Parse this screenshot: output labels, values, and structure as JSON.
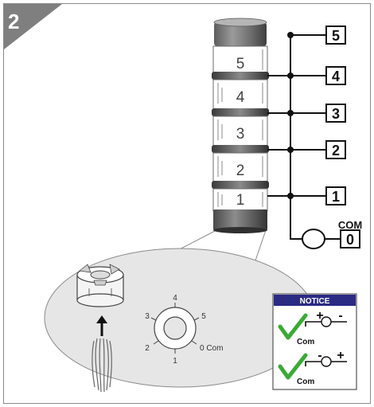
{
  "step": {
    "number": "2"
  },
  "tower": {
    "tiers": [
      {
        "label": "5"
      },
      {
        "label": "4"
      },
      {
        "label": "3"
      },
      {
        "label": "2"
      },
      {
        "label": "1"
      }
    ]
  },
  "terminals": {
    "items": [
      {
        "label": "5"
      },
      {
        "label": "4"
      },
      {
        "label": "3"
      },
      {
        "label": "2"
      },
      {
        "label": "1"
      },
      {
        "label": "0"
      }
    ],
    "com_label": "COM"
  },
  "connector": {
    "pin_labels": [
      {
        "label": "4"
      },
      {
        "label": "3"
      },
      {
        "label": "5"
      },
      {
        "label": "2"
      },
      {
        "label": "0 Com"
      },
      {
        "label": "1"
      }
    ]
  },
  "notice": {
    "title": "NOTICE",
    "rows": [
      {
        "com_label": "Com",
        "left_symbol": "+",
        "right_symbol": "-"
      },
      {
        "com_label": "Com",
        "left_symbol": "-",
        "right_symbol": "+"
      }
    ]
  },
  "colors": {
    "badge": "#7f7f7f",
    "notice_header": "#2b2b84",
    "check": "#3aaa35",
    "magnifier_fill": "#e6e6e6"
  }
}
